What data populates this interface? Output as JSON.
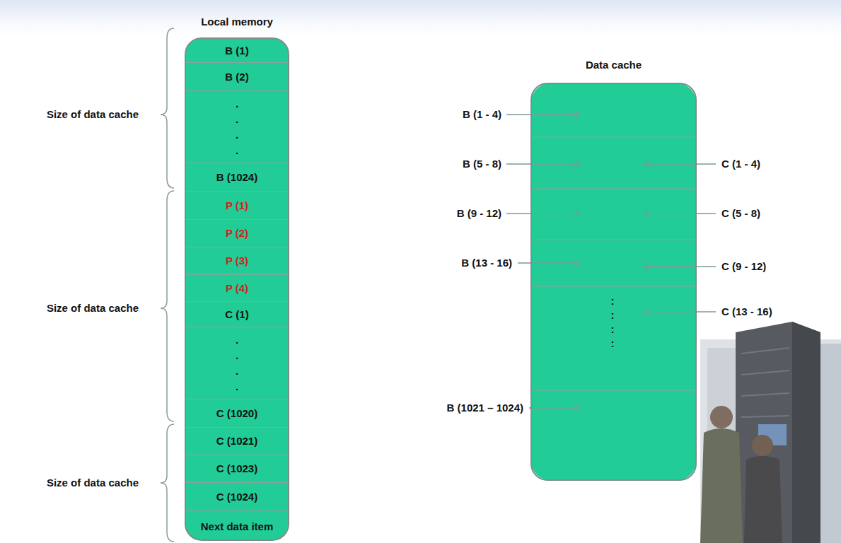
{
  "diagram": {
    "nodes": [
      {
        "text": [
          "Local memory"
        ]
      },
      {
        "text": [
          "B (1)"
        ],
        "in": 0
      },
      {
        "text": [
          "B (2)"
        ],
        "in": 0
      },
      {
        "text": [
          ". . . ."
        ],
        "in": 0
      },
      {
        "text": [
          "B (1024)"
        ],
        "in": 0
      },
      {
        "text": [
          "P (1)"
        ],
        "in": 0
      },
      {
        "text": [
          "P (2)"
        ],
        "in": 0
      },
      {
        "text": [
          "P (3)"
        ],
        "in": 0
      },
      {
        "text": [
          "P (4)"
        ],
        "in": 0
      },
      {
        "text": [
          "C (1)"
        ],
        "in": 0
      },
      {
        "text": [
          ". . . ."
        ],
        "in": 0
      },
      {
        "text": [
          "C (1020)"
        ],
        "in": 0
      },
      {
        "text": [
          "C (1021)"
        ],
        "in": 0
      },
      {
        "text": [
          "C (1023)"
        ],
        "in": 0
      },
      {
        "text": [
          "C (1024)"
        ],
        "in": 0
      },
      {
        "text": [
          "Next data item"
        ],
        "in": 0
      },
      {
        "text": [
          "Data cache"
        ]
      }
    ],
    "labels": [
      "Size of data cache",
      "Size of data cache",
      "Size of data cache",
      "B (1 - 4)",
      "B (5 - 8)",
      "C (1 - 4)",
      "B (9 - 12)",
      "C (5 - 8)",
      "B (13 - 16)",
      "C (9 - 12)",
      "C (13 - 16)",
      ": : : :",
      "B (1021 – 1024)"
    ]
  }
}
